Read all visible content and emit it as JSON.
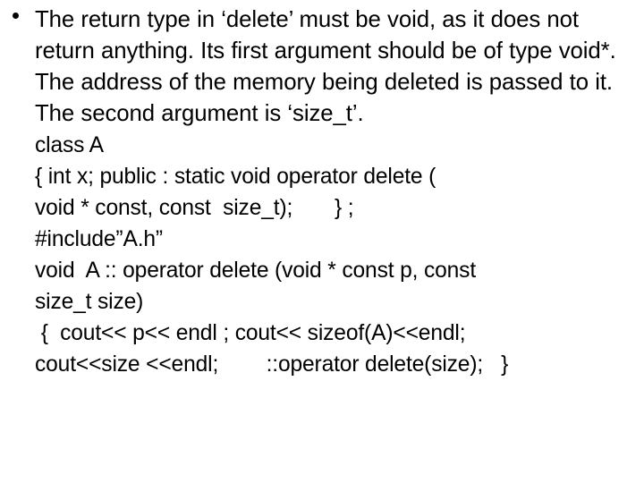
{
  "slide": {
    "bullet_glyph": "bullet-dot",
    "background_color": "#ffffff",
    "text_color": "#000000",
    "paragraph": "The return type in ‘delete’ must be void, as it does not return anything. Its first argument should be of type void*. The address of the memory being deleted is passed to it. The second argument is ‘size_t’.",
    "code_lines": [
      "class A",
      "{ int x; public : static void operator delete (",
      "void * const, const  size_t);       } ;",
      "#include”A.h”",
      "void  A :: operator delete (void * const p, const",
      "size_t size)",
      " {  cout<< p<< endl ; cout<< sizeof(A)<<endl;",
      "cout<<size <<endl;        ::operator delete(size);   }"
    ]
  }
}
